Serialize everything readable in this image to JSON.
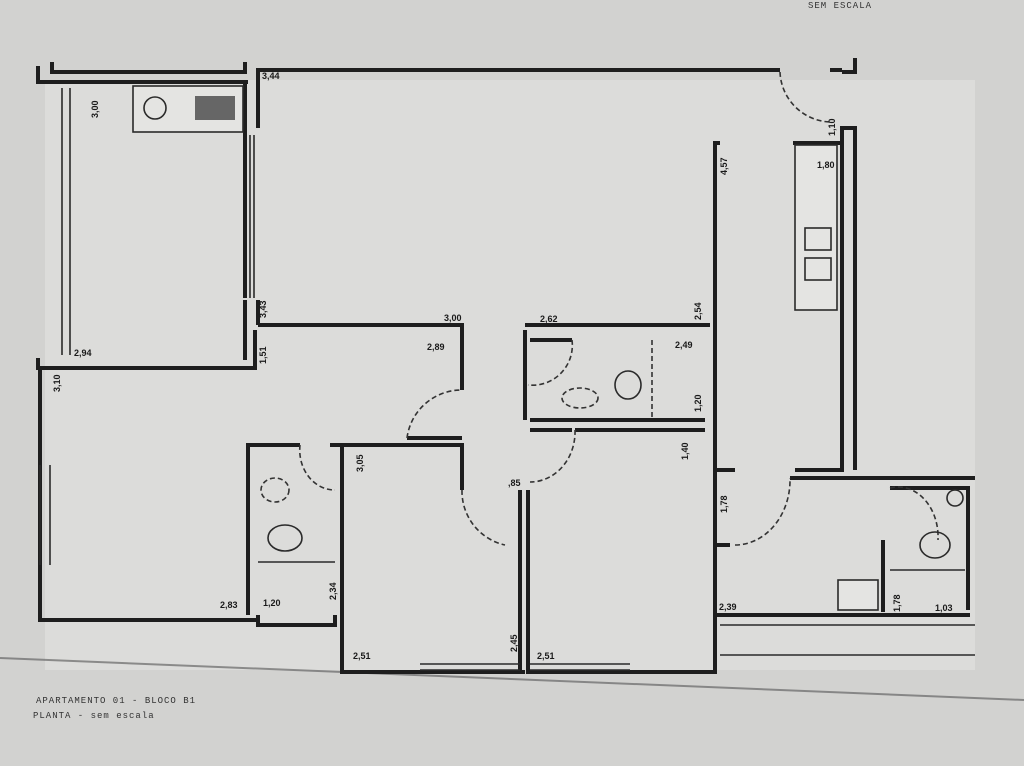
{
  "header": {
    "scale_note": "SEM ESCALA"
  },
  "caption": {
    "line1": "APARTAMENTO 01 - BLOCO B1",
    "line2": "PLANTA - sem escala"
  },
  "dimensions": {
    "d_left_room_height": "3,00",
    "d_living_top": "3,44",
    "d_left_room_side": "3,43",
    "d_left_room_width": "2,94",
    "d_bedroom1_height": "3,10",
    "d_hall_side": "1,51",
    "d_hall_width": "3,00",
    "d_hall_inner": "2,89",
    "d_wc_width": "2,62",
    "d_wc_side": "2,54",
    "d_wc_inner": "2,49",
    "d_wc_height": "1,20",
    "d_bedroom3_height": "1,40",
    "d_bedroom2_height": "3,05",
    "d_door": ",85",
    "d_kitchen_length": "4,57",
    "d_entry_door": "1,10",
    "d_counter": "1,80",
    "d_service_height": "1,78",
    "d_service_width": "2,39",
    "d_service_wc_height": "1,78",
    "d_service_wc_width": "1,03",
    "d_bedroom1_width": "2,83",
    "d_bath_width": "1,20",
    "d_bath_height": "2,34",
    "d_bedroom2_width": "2,51",
    "d_bedroom2_side": "2,45",
    "d_bedroom3_width": "2,51"
  }
}
